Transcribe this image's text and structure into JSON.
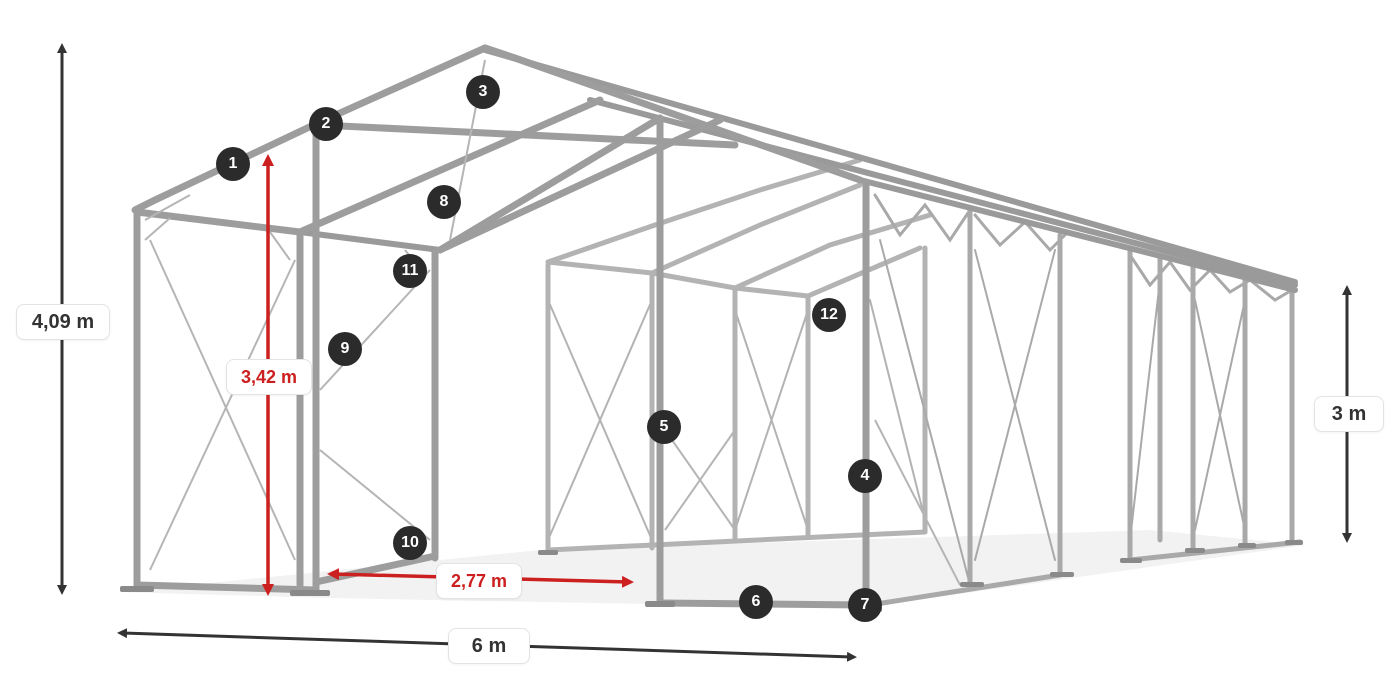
{
  "dimensions": {
    "total_height": "4,09 m",
    "inner_height": "3,42 m",
    "side_height": "3 m",
    "width": "6 m",
    "gate_width": "2,77 m"
  },
  "callouts": [
    "1",
    "2",
    "3",
    "4",
    "5",
    "6",
    "7",
    "8",
    "9",
    "10",
    "11",
    "12"
  ],
  "colors": {
    "frame": "#9a9a9a",
    "frame_dark": "#6e6e6e",
    "dimension": "#333333",
    "highlight": "#cc1f1f",
    "badge": "#2b2b2b"
  }
}
